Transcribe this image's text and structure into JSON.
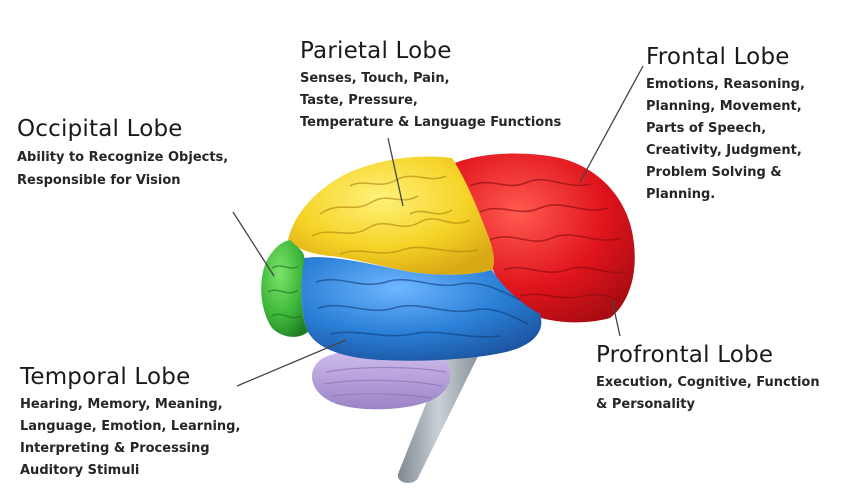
{
  "colors": {
    "parietal": "#f5d327",
    "frontal": "#e0141c",
    "occipital": "#3db73a",
    "temporal": "#2a7fd6",
    "cerebellum": "#b39ad6",
    "brainstem": "#a9b2bb",
    "leader": "#444444"
  },
  "lobes": [
    {
      "name": "Parietal Lobe",
      "description": "Senses, Touch, Pain,\nTaste, Pressure,\nTemperature & Language Functions"
    },
    {
      "name": "Frontal Lobe",
      "description": "Emotions, Reasoning,\nPlanning, Movement,\nParts of Speech,\nCreativity, Judgment,\nProblem Solving  &\nPlanning."
    },
    {
      "name": "Occipital Lobe",
      "description": "Ability to Recognize Objects,\nResponsible for Vision"
    },
    {
      "name": "Temporal Lobe",
      "description": "Hearing, Memory, Meaning,\nLanguage, Emotion, Learning,\nInterpreting & Processing\nAuditory Stimuli"
    },
    {
      "name": "Profrontal Lobe",
      "description": "Execution, Cognitive, Function\n& Personality"
    }
  ]
}
